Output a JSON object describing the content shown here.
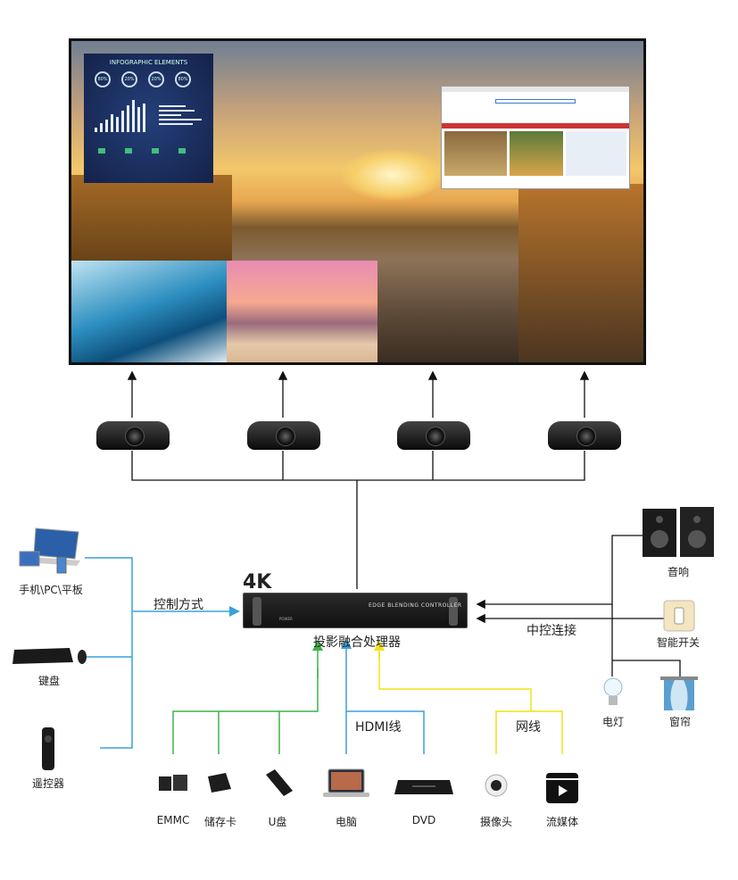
{
  "screen": {
    "infographic_title": "INFOGRAPHIC ELEMENTS",
    "rings": [
      "80%",
      "20%",
      "20%",
      "80%"
    ]
  },
  "controller": {
    "badge": "4K",
    "panel_text": "EDGE BLENDING CONTROLLER",
    "power": "POWER",
    "label": "投影融合处理器"
  },
  "left": {
    "devices": [
      {
        "label": "手机\\PC\\平板"
      },
      {
        "label": "键盘"
      },
      {
        "label": "遥控器"
      }
    ],
    "line_label": "控制方式"
  },
  "right": {
    "devices": [
      {
        "label": "音响"
      },
      {
        "label": "智能开关"
      },
      {
        "label": "电灯"
      },
      {
        "label": "窗帘"
      }
    ],
    "line_label": "中控连接"
  },
  "bottom": {
    "hdmi_label": "HDMI线",
    "network_label": "网线",
    "devices": [
      {
        "label": "EMMC"
      },
      {
        "label": "储存卡"
      },
      {
        "label": "U盘"
      },
      {
        "label": "电脑"
      },
      {
        "label": "DVD"
      },
      {
        "label": "摄像头"
      },
      {
        "label": "流媒体"
      }
    ]
  },
  "colors": {
    "blue": "#3aa0dd",
    "green": "#3db34a",
    "yellow": "#f2e21a",
    "black": "#111111"
  }
}
